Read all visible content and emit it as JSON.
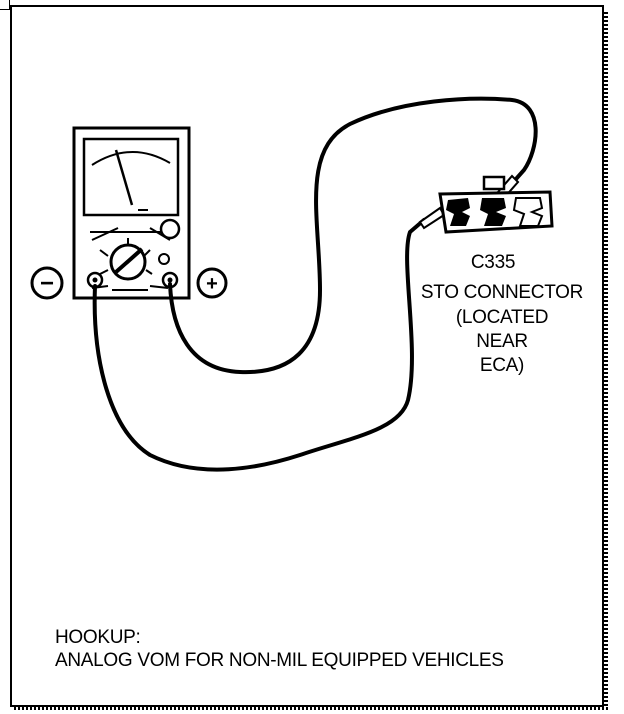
{
  "connector": {
    "id": "C335",
    "name": "STO CONNECTOR",
    "location_lines": [
      "(LOCATED",
      "NEAR",
      "ECA)"
    ]
  },
  "terminals": {
    "negative": "−",
    "positive": "+"
  },
  "caption": {
    "title": "HOOKUP:",
    "description": "ANALOG VOM FOR NON-MIL EQUIPPED VEHICLES"
  }
}
